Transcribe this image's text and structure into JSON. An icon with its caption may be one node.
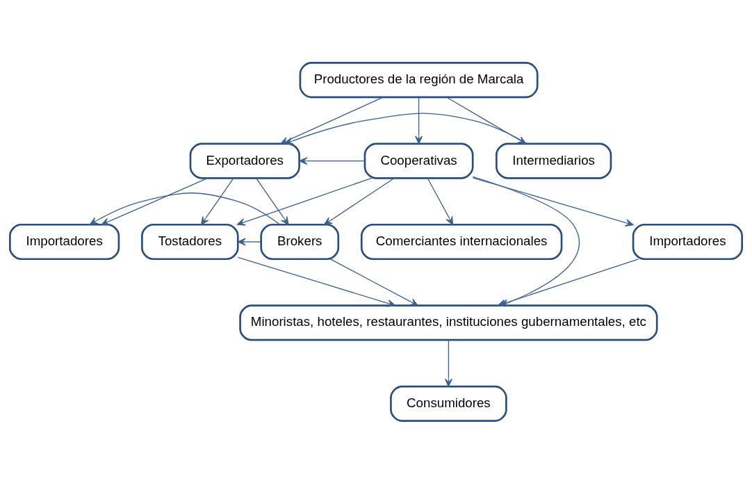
{
  "diagram": {
    "nodes": [
      {
        "text": [
          "Productores de la región de Marcala"
        ]
      },
      {
        "text": [
          "Cooperativas"
        ]
      },
      {
        "text": [
          "Exportadores"
        ]
      },
      {
        "text": [
          "Intermediarios"
        ]
      },
      {
        "text": [
          "Importadores"
        ]
      },
      {
        "text": [
          "Tostadores"
        ]
      },
      {
        "text": [
          "Comerciantes internacionales"
        ]
      },
      {
        "text": [
          "Importadores"
        ]
      },
      {
        "text": [
          "Brokers"
        ]
      },
      {
        "text": [
          "Minoristas, hoteles, restaurantes, instituciones gubernamentales, etc"
        ]
      },
      {
        "text": [
          "Consumidores"
        ]
      }
    ],
    "edges": [
      {
        "from": 0,
        "to": 1,
        "arrow": "to"
      },
      {
        "from": 0,
        "to": 2,
        "arrow": "to"
      },
      {
        "from": 0,
        "to": 3,
        "arrow": "to"
      },
      {
        "from": 3,
        "to": 2,
        "arrow": "to"
      },
      {
        "from": 1,
        "to": 2,
        "arrow": "to"
      },
      {
        "from": 1,
        "to": 4,
        "arrow": "to"
      },
      {
        "from": 1,
        "to": 5,
        "arrow": "to"
      },
      {
        "from": 1,
        "to": 6,
        "arrow": "to"
      },
      {
        "from": 1,
        "to": 8,
        "arrow": "to"
      },
      {
        "from": 2,
        "to": 5,
        "arrow": "to"
      },
      {
        "from": 2,
        "to": 7,
        "arrow": "to"
      },
      {
        "from": 2,
        "to": 8,
        "arrow": "to"
      },
      {
        "from": 8,
        "to": 7,
        "arrow": "to"
      },
      {
        "from": 8,
        "to": 5,
        "arrow": "to"
      },
      {
        "from": 4,
        "to": 9,
        "arrow": "to"
      },
      {
        "from": 5,
        "to": 9,
        "arrow": "to"
      },
      {
        "from": 1,
        "to": 9,
        "arrow": "to"
      },
      {
        "from": 8,
        "to": 9,
        "arrow": "to"
      },
      {
        "from": 9,
        "to": 10,
        "arrow": "to"
      }
    ]
  }
}
